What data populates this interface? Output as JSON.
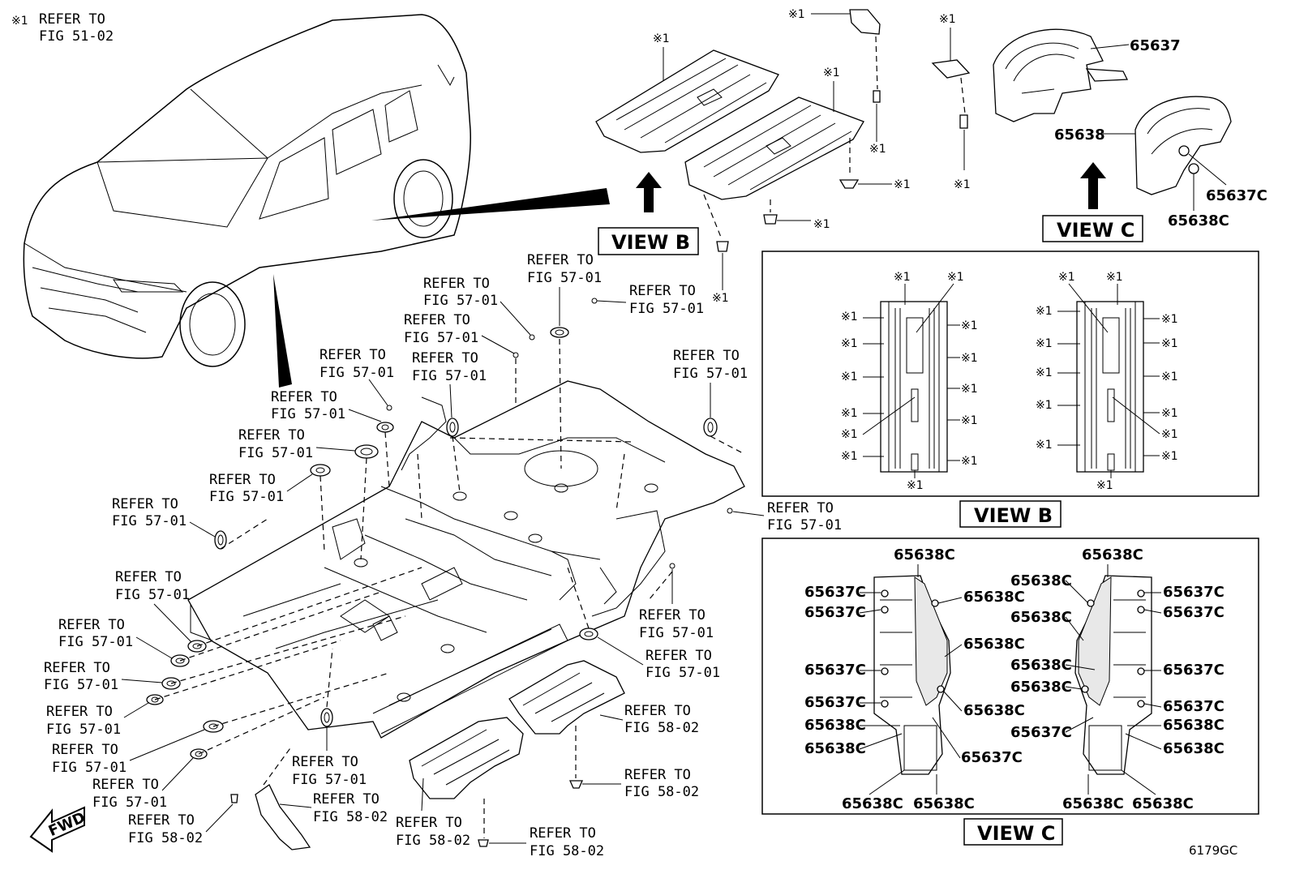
{
  "footnote": {
    "mark": "※1",
    "line1": "REFER TO",
    "line2": "FIG 51-02"
  },
  "ast": "※1",
  "refer": "REFER TO",
  "figs": {
    "f5701": "FIG 57-01",
    "f5802": "FIG 58-02"
  },
  "parts": {
    "p65637": "65637",
    "p65638": "65638",
    "p65637c": "65637C",
    "p65638c": "65638C"
  },
  "views": {
    "b": "VIEW B",
    "c": "VIEW C"
  },
  "fwd": "FWD",
  "drawing_id": "6179GC"
}
